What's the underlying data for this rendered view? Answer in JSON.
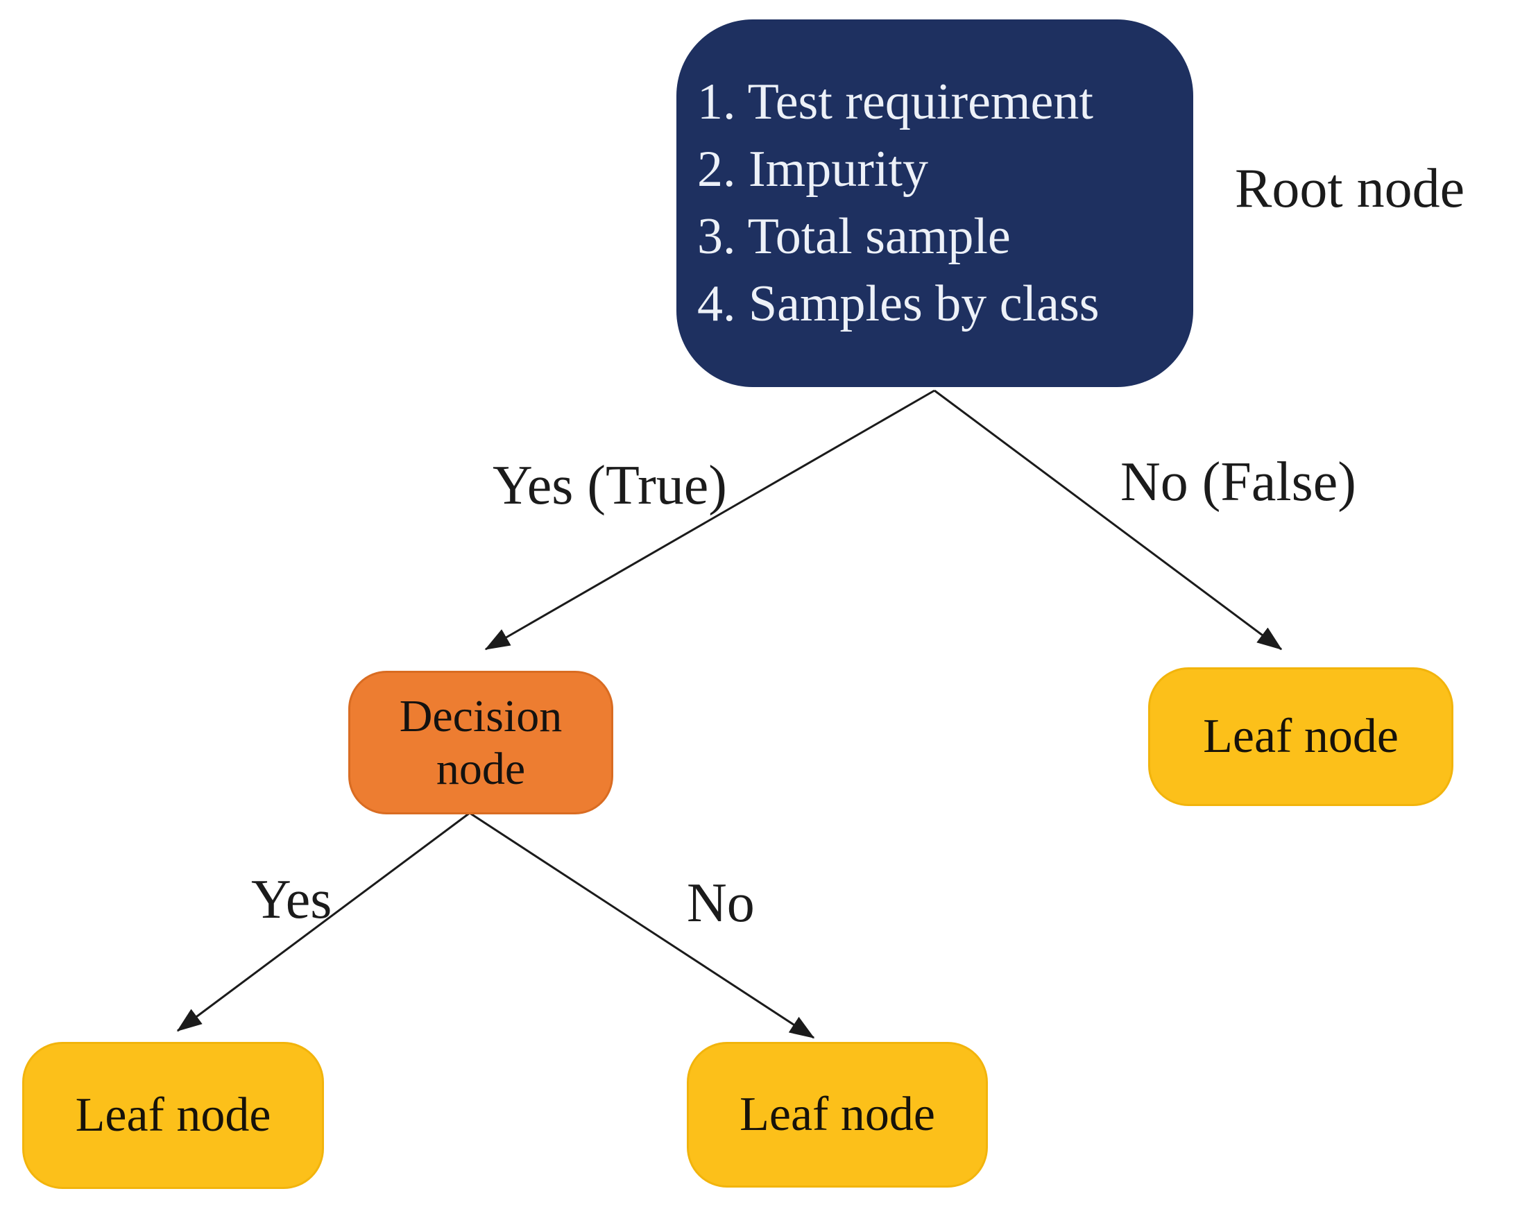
{
  "figure": {
    "type": "decision-tree-schematic",
    "root_node": {
      "lines": [
        "1. Test requirement",
        "2. Impurity",
        "3. Total sample",
        "4. Samples by class"
      ],
      "side_label": "Root node"
    },
    "decision_node": {
      "label": "Decision node"
    },
    "leaves": [
      "Leaf node",
      "Leaf node",
      "Leaf node"
    ],
    "edge_labels": {
      "yes_true": "Yes (True)",
      "no_false": "No (False)",
      "yes": "Yes",
      "no": "No"
    },
    "colors": {
      "root": "#1e3060",
      "decision": "#ed7d31",
      "leaf": "#fcc01a",
      "root_text": "#edf1f8",
      "node_text": "#141210",
      "arrow": "#1b1b1b"
    }
  }
}
